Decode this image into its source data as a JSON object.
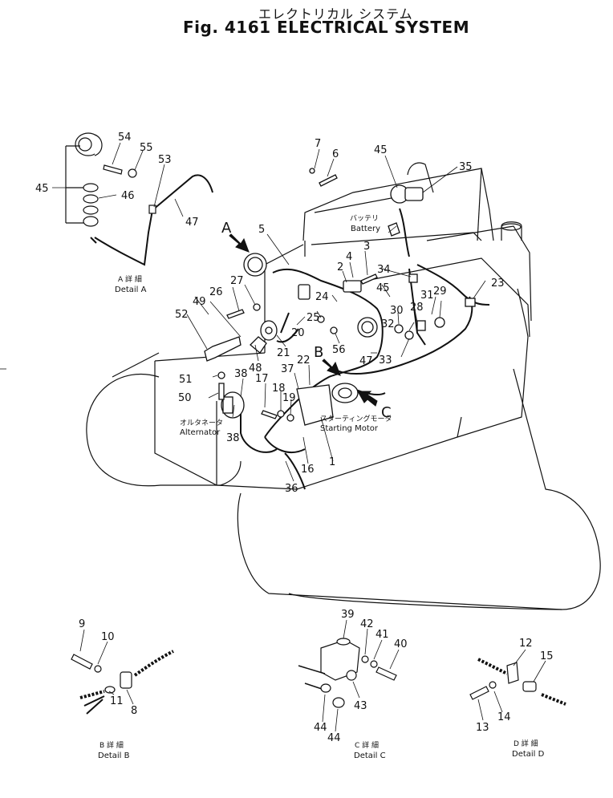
{
  "title": {
    "japanese": "エレクトリカル システム",
    "english": "Fig. 4161 ELECTRICAL SYSTEM"
  },
  "labels": {
    "battery_jp": "バッテリ",
    "battery_en": "Battery",
    "alternator_jp": "オルタネータ",
    "alternator_en": "Alternator",
    "starting_motor_jp": "スターティングモータ",
    "starting_motor_en": "Starting Motor"
  },
  "views": {
    "A": "A",
    "B": "B",
    "C": "C"
  },
  "details": {
    "a_jp": "A 詳 細",
    "a_en": "Detail A",
    "b_jp": "B 詳 細",
    "b_en": "Detail B",
    "c_jp": "C 詳 細",
    "c_en": "Detail C",
    "d_jp": "D 詳 細",
    "d_en": "Detail D"
  },
  "parts": {
    "p1": "1",
    "p2": "2",
    "p3": "3",
    "p4": "4",
    "p5": "5",
    "p6": "6",
    "p7": "7",
    "p8": "8",
    "p9": "9",
    "p10": "10",
    "p11": "11",
    "p12": "12",
    "p13": "13",
    "p14": "14",
    "p15": "15",
    "p16": "16",
    "p17": "17",
    "p18": "18",
    "p19": "19",
    "p20": "20",
    "p21": "21",
    "p22": "22",
    "p23": "23",
    "p24": "24",
    "p25": "25",
    "p26": "26",
    "p27": "27",
    "p28": "28",
    "p29": "29",
    "p30": "30",
    "p31": "31",
    "p32": "32",
    "p33": "33",
    "p34": "34",
    "p35": "35",
    "p36": "36",
    "p37": "37",
    "p38": "38",
    "p39": "39",
    "p40": "40",
    "p41": "41",
    "p42": "42",
    "p43": "43",
    "p44": "44",
    "p45": "45",
    "p46": "46",
    "p47": "47",
    "p48": "48",
    "p49": "49",
    "p50": "50",
    "p51": "51",
    "p52": "52",
    "p53": "53",
    "p54": "54",
    "p55": "55",
    "p56": "56"
  }
}
